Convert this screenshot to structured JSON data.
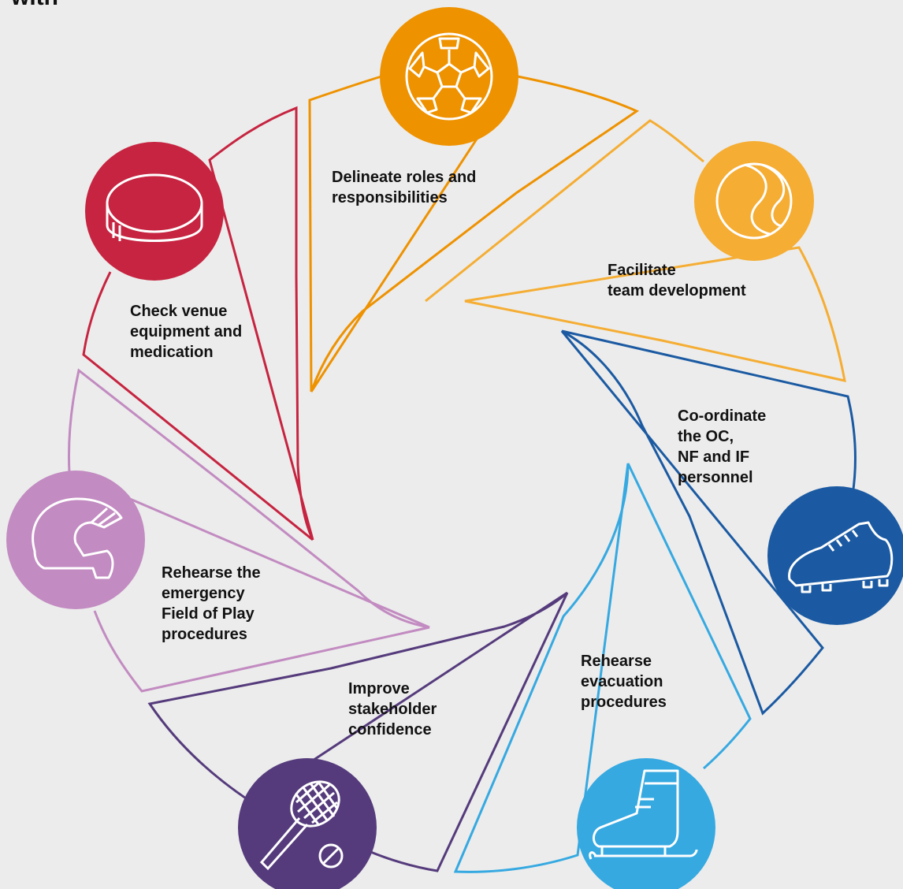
{
  "header": {
    "title": "with"
  },
  "colors": {
    "background": "#ececec",
    "orange": "#ee9200",
    "amber": "#f5ad33",
    "navy": "#1b5aa2",
    "sky": "#36a9e1",
    "purple": "#553b7c",
    "lilac": "#c28bc1",
    "crimson": "#c62440"
  },
  "steps": [
    {
      "id": "roles",
      "icon": "soccer-ball-icon",
      "color": "orange",
      "lines": [
        "Delineate roles and",
        "responsibilities"
      ]
    },
    {
      "id": "team",
      "icon": "tennis-ball-icon",
      "color": "amber",
      "lines": [
        "Facilitate",
        "team development"
      ]
    },
    {
      "id": "coordinate",
      "icon": "football-boot-icon",
      "color": "navy",
      "lines": [
        "Co-ordinate",
        "the OC,",
        "NF and IF",
        "personnel"
      ]
    },
    {
      "id": "evacuation",
      "icon": "ice-skate-icon",
      "color": "sky",
      "lines": [
        "Rehearse",
        "evacuation",
        "procedures"
      ]
    },
    {
      "id": "confidence",
      "icon": "tennis-racket-icon",
      "color": "purple",
      "lines": [
        "Improve",
        "stakeholder",
        "confidence"
      ]
    },
    {
      "id": "fop",
      "icon": "helmet-icon",
      "color": "lilac",
      "lines": [
        "Rehearse the",
        "emergency",
        "Field of Play",
        "procedures"
      ]
    },
    {
      "id": "venue",
      "icon": "hockey-puck-icon",
      "color": "crimson",
      "lines": [
        "Check venue",
        "equipment and",
        "medication"
      ]
    }
  ]
}
